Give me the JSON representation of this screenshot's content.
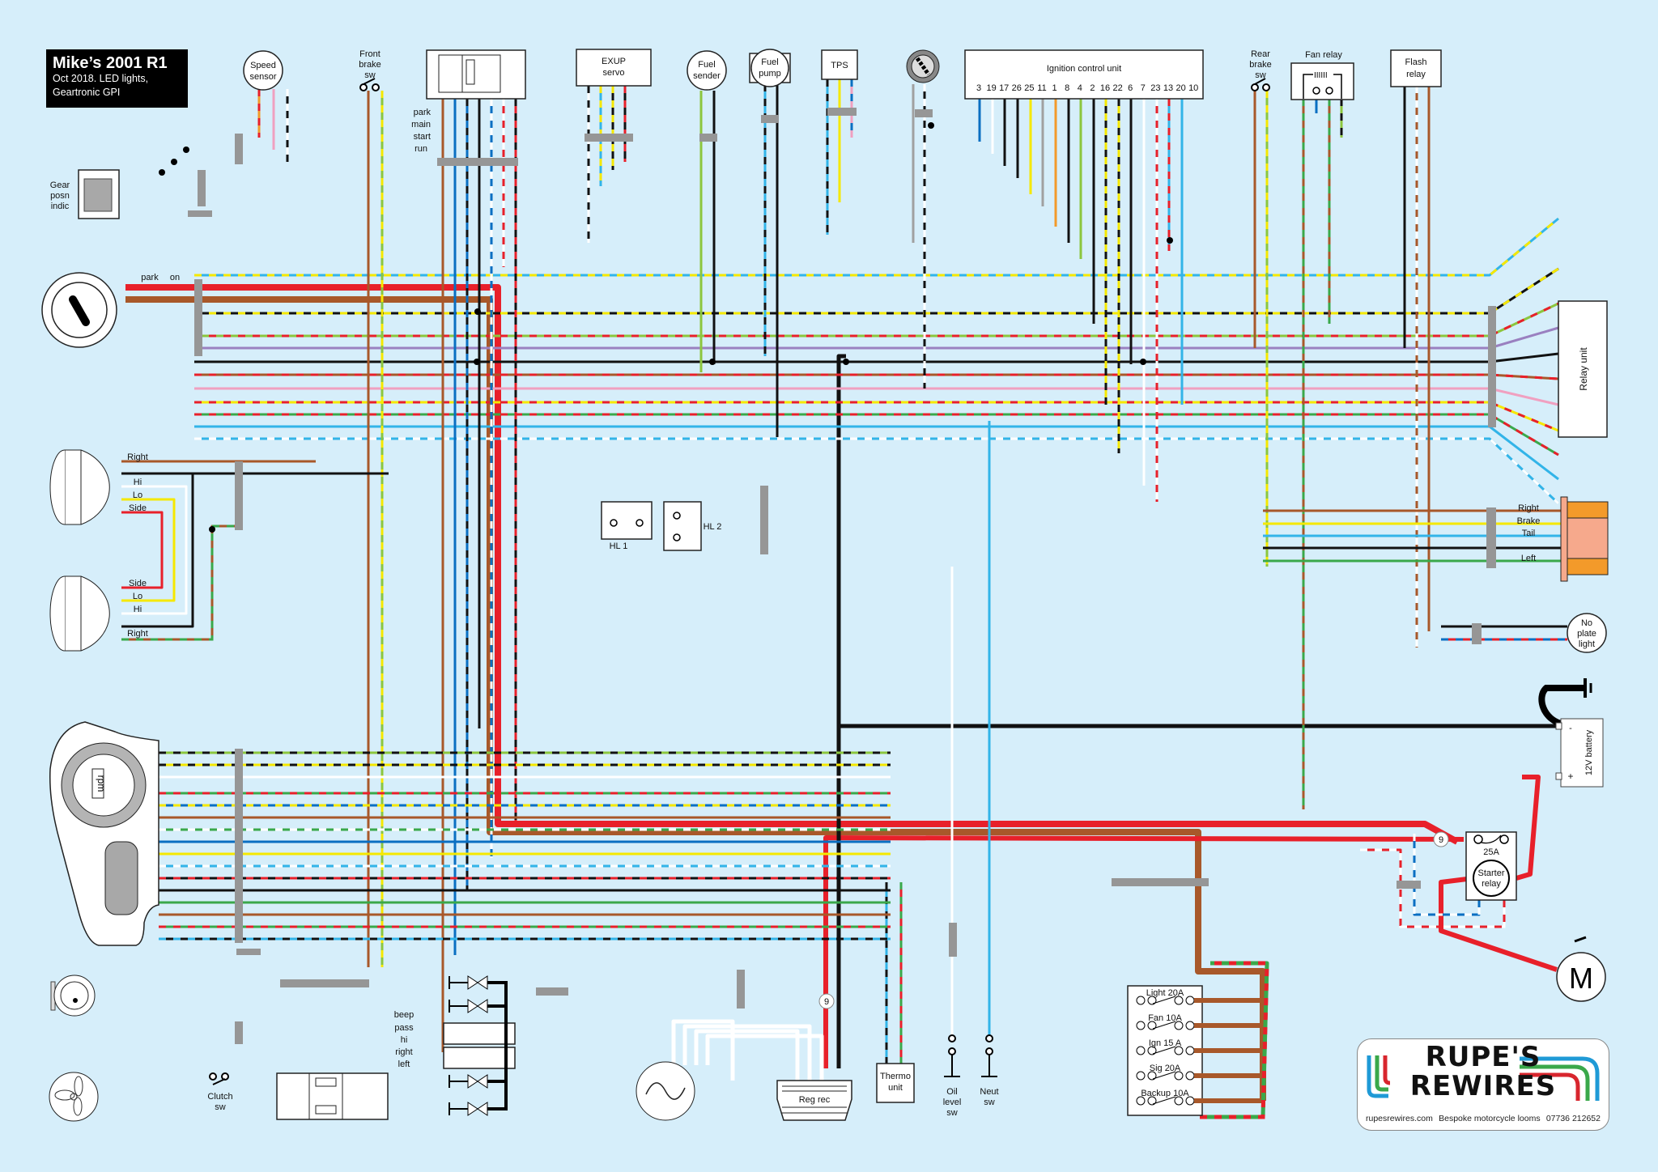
{
  "title": {
    "heading": "Mike’s 2001 R1",
    "line1": "Oct 2018. LED lights,",
    "line2": "Geartronic GPI"
  },
  "components": {
    "speed_sensor": [
      "Speed",
      "sensor"
    ],
    "gear_indicator": [
      "Gear",
      "posn",
      "indic"
    ],
    "front_brake_sw": [
      "Front",
      "brake",
      "sw"
    ],
    "ignition_switch_positions": [
      "park",
      "main",
      "start",
      "run"
    ],
    "exup_servo": [
      "EXUP",
      "servo"
    ],
    "fuel_sender": [
      "Fuel",
      "sender"
    ],
    "fuel_pump": [
      "Fuel",
      "pump"
    ],
    "tps": "TPS",
    "ignition_control_unit": {
      "title": "Ignition control unit",
      "pins": [
        "3",
        "19",
        "17",
        "26",
        "25",
        "11",
        "1",
        "8",
        "4",
        "2",
        "16",
        "22",
        "6",
        "7",
        "23",
        "13",
        "20",
        "10"
      ]
    },
    "rear_brake_sw": [
      "Rear",
      "brake",
      "sw"
    ],
    "fan_relay": "Fan relay",
    "flash_relay": [
      "Flash",
      "relay"
    ],
    "key_switch_positions": [
      "park",
      "on"
    ],
    "relay_unit": "Relay unit",
    "headlight_top_labels": [
      "Right",
      "Hi",
      "Lo",
      "Side"
    ],
    "headlight_bottom_labels": [
      "Side",
      "Lo",
      "Hi",
      "Right"
    ],
    "headlight_relays": [
      "HL 1",
      "HL 2"
    ],
    "tail_light_labels": [
      "Right",
      "Brake",
      "Tail",
      "Left"
    ],
    "no_plate_light": [
      "No",
      "plate",
      "light"
    ],
    "battery": {
      "label": "12V battery",
      "neg": "-",
      "pos": "+"
    },
    "starter_relay": {
      "fuse": "25A",
      "label": [
        "Starter",
        "relay"
      ]
    },
    "starter_motor": "M",
    "fuse_badge": "9",
    "fuses": [
      "Light 20A",
      "Fan 10A",
      "Ign 15 A",
      "Sig 20A",
      "Backup 10A"
    ],
    "dash_rpm": "rpm",
    "clutch_sw": [
      "Clutch",
      "sw"
    ],
    "left_switch_labels": [
      "beep",
      "pass",
      "hi",
      "right",
      "left"
    ],
    "reg_rec": "Reg rec",
    "thermo_unit": [
      "Thermo",
      "unit"
    ],
    "oil_level_sw": [
      "Oil",
      "level",
      "sw"
    ],
    "neut_sw": [
      "Neut",
      "sw"
    ]
  },
  "logo": {
    "line1": "RUPE'S",
    "line2": "REWIRES",
    "website": "rupesrewires.com",
    "tagline": "Bespoke motorcycle looms",
    "phone": "07736 212652"
  },
  "colors": {
    "background": "#d6eefa",
    "red": "#e8202a",
    "brown": "#a8582a",
    "black": "#111111",
    "blue": "#0a6fc2",
    "sky": "#32b4e8",
    "yellow": "#f5e800",
    "green": "#3aa84a",
    "lightgreen": "#8cc63e",
    "white": "#ffffff",
    "grey": "#a0a0a0",
    "orange": "#f39a2a",
    "pink": "#f0a0c0",
    "purple": "#9a80c0",
    "connector": "#969696"
  }
}
